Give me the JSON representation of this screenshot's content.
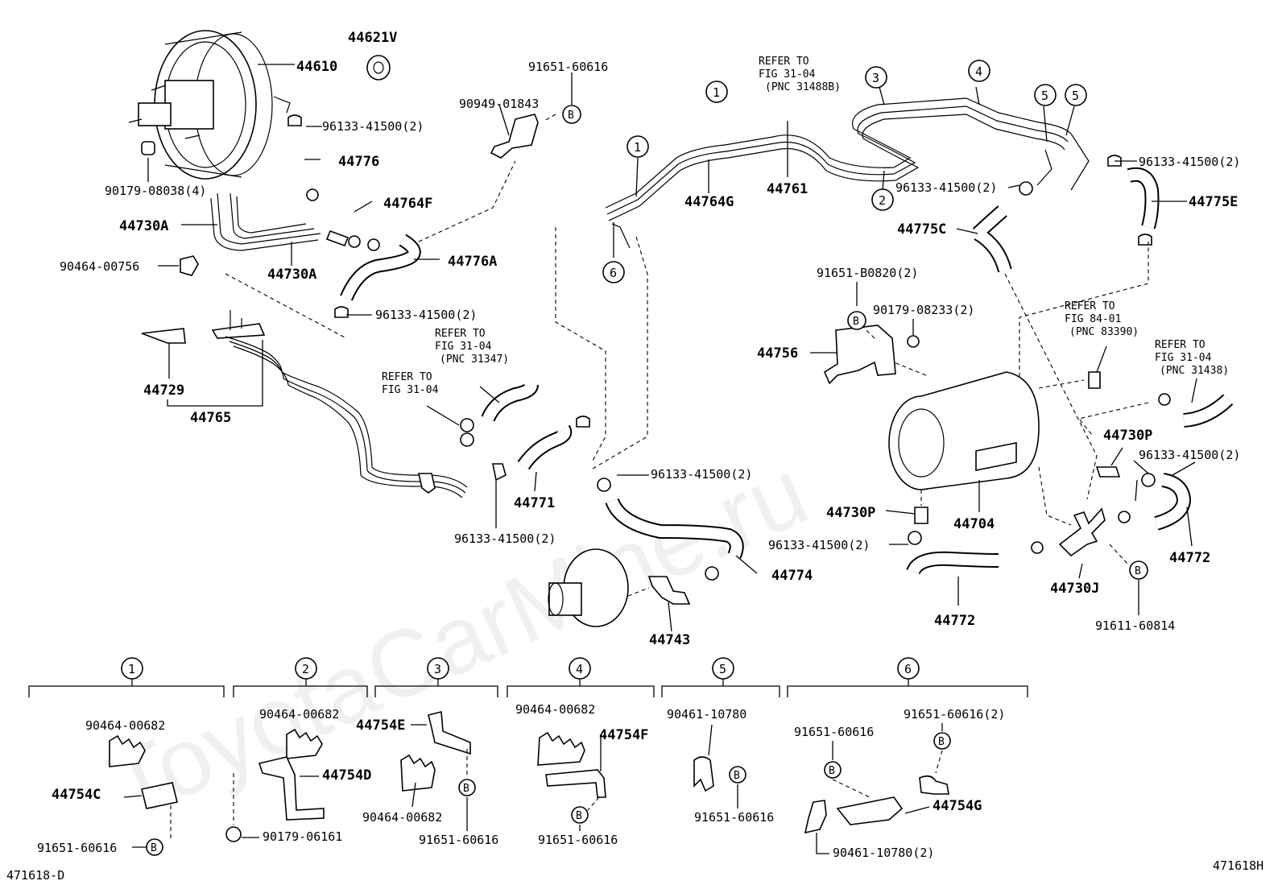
{
  "watermark": "ToyotaCarMine.ru",
  "corner_left": "471618-D",
  "corner_right": "471618H",
  "parts": {
    "p44621V": "44621V",
    "p44610": "44610",
    "p96133_a": "96133-41500(2)",
    "p44776": "44776",
    "p44764F": "44764F",
    "p90179_08038": "90179-08038(4)",
    "p44730A_a": "44730A",
    "p44730A_b": "44730A",
    "p90464_00756": "90464-00756",
    "p44776A": "44776A",
    "p96133_b": "96133-41500(2)",
    "p91651_60616_top": "91651-60616",
    "p90949_01843": "90949-01843",
    "p44729": "44729",
    "p44765": "44765",
    "p44771": "44771",
    "p96133_c": "96133-41500(2)",
    "p96133_d": "96133-41500(2)",
    "p44774": "44774",
    "p44743": "44743",
    "p44764G": "44764G",
    "p44761": "44761",
    "p96133_e": "96133-41500(2)",
    "p96133_f": "96133-41500(2)",
    "p44775E": "44775E",
    "p44775C": "44775C",
    "p91651_B0820": "91651-B0820(2)",
    "p90179_08233": "90179-08233(2)",
    "p44756": "44756",
    "p44704": "44704",
    "p44730P_a": "44730P",
    "p44730P_b": "44730P",
    "p96133_g": "96133-41500(2)",
    "p96133_h": "96133-41500(2)",
    "p44772_a": "44772",
    "p44772_b": "44772",
    "p44730J": "44730J",
    "p91611_60814": "91611-60814"
  },
  "refs": {
    "r1": [
      "REFER TO",
      "FIG 31-04",
      "(PNC 31488B)"
    ],
    "r2": [
      "REFER TO",
      "FIG 31-04",
      "(PNC 31347)"
    ],
    "r3": [
      "REFER TO",
      "FIG 31-04"
    ],
    "r4": [
      "REFER TO",
      "FIG 84-01",
      "(PNC 83390)"
    ],
    "r5": [
      "REFER TO",
      "FIG 31-04",
      "(PNC 31438)"
    ]
  },
  "callouts": {
    "c1a": "1",
    "c1b": "1",
    "c2": "2",
    "c3": "3",
    "c4": "4",
    "c5a": "5",
    "c5b": "5",
    "c6": "6",
    "bmark": "B"
  },
  "groups": [
    {
      "num": "1",
      "labels": [
        "90464-00682",
        "44754C",
        "91651-60616"
      ]
    },
    {
      "num": "2",
      "labels": [
        "90464-00682",
        "44754D",
        "90179-06161"
      ]
    },
    {
      "num": "3",
      "labels": [
        "44754E",
        "90464-00682",
        "91651-60616"
      ]
    },
    {
      "num": "4",
      "labels": [
        "90464-00682",
        "44754F",
        "91651-60616"
      ]
    },
    {
      "num": "5",
      "labels": [
        "90461-10780",
        "91651-60616"
      ]
    },
    {
      "num": "6",
      "labels": [
        "91651-60616",
        "91651-60616(2)",
        "44754G",
        "90461-10780(2)"
      ]
    }
  ]
}
